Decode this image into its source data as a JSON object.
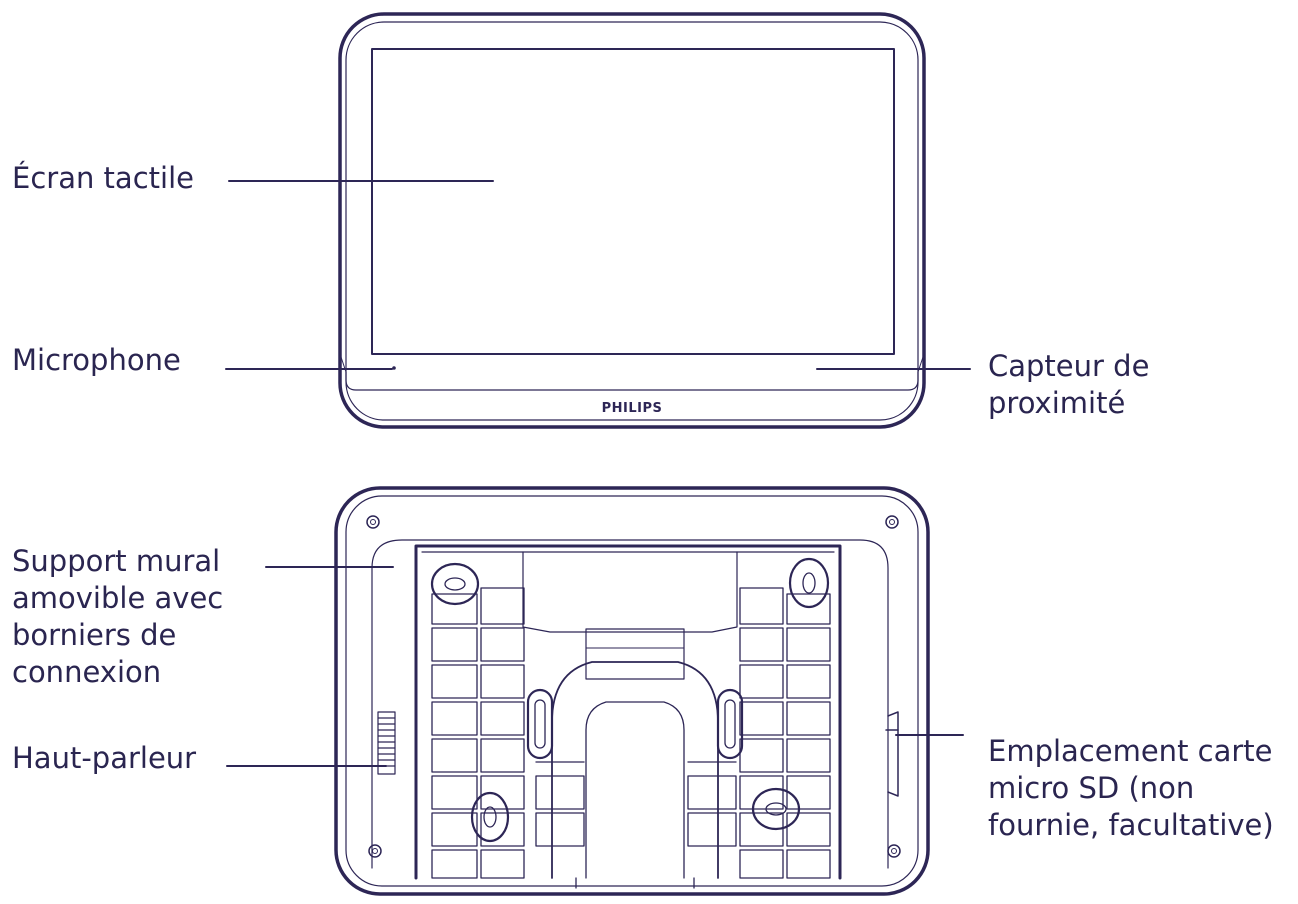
{
  "brand": {
    "logo_text": "PHILIPS"
  },
  "colors": {
    "outline": "#2d2656",
    "text": "#2a2550",
    "background": "#ffffff"
  },
  "front_view": {
    "labels": {
      "touchscreen": "Écran tactile",
      "microphone": "Microphone",
      "proximity_sensor_line1": "Capteur de",
      "proximity_sensor_line2": "proximité"
    }
  },
  "back_view": {
    "labels": {
      "wall_mount_line1": "Support mural",
      "wall_mount_line2": "amovible avec",
      "wall_mount_line3": "borniers de",
      "wall_mount_line4": "connexion",
      "speaker": "Haut-parleur",
      "sd_slot_line1": "Emplacement carte",
      "sd_slot_line2": "micro SD (non",
      "sd_slot_line3": "fournie, facultative)"
    }
  }
}
